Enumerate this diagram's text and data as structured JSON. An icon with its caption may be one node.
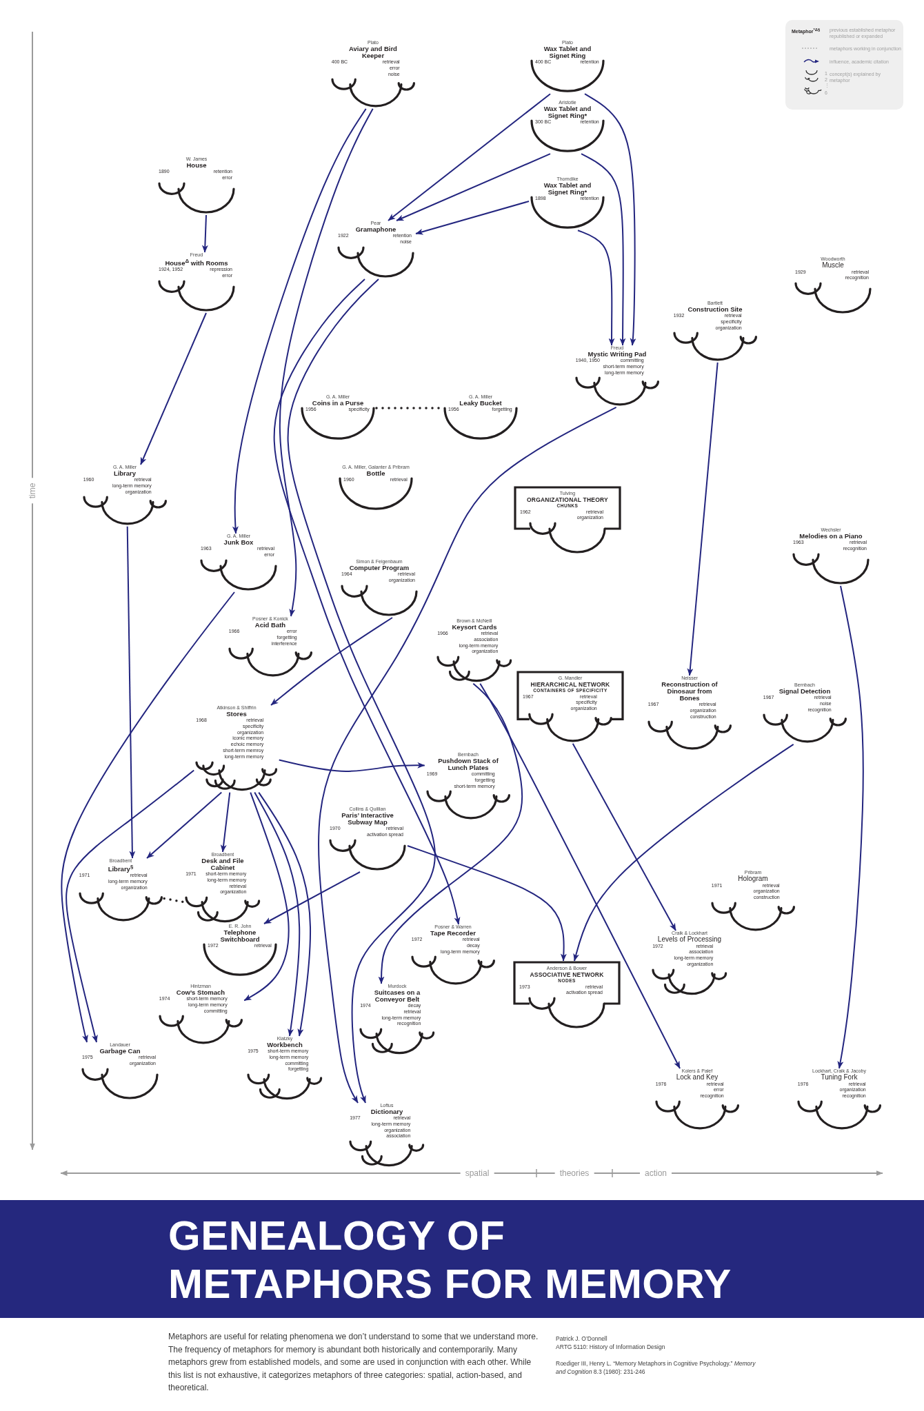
{
  "diagram": {
    "title": "GENEALOGY OF METAPHORS FOR MEMORY",
    "caption": "Metaphors are useful for relating phenomena we don’t understand to some that we understand more. The frequency of metaphors for memory is abundant both historically and contemporarily. Many metaphors grew from established models, and some are used in conjunction with each other. While this list is not exhaustive, it categorizes metaphors of three categories: spatial, action-based, and theoretical.",
    "nodes": [
      {
        "text": [
          "Plato",
          "Aviary and Bird Keeper",
          "400 BC",
          "retrieval",
          "error",
          "noise"
        ]
      },
      {
        "text": [
          "Plato",
          "Wax Tablet and Signet Ring",
          "400 BC",
          "retention"
        ]
      },
      {
        "text": [
          "Aristotle",
          "Wax Tablet and Signet Ring*",
          "300 BC",
          "retention"
        ]
      },
      {
        "text": [
          "Thorndike",
          "Wax Tablet and Signet Ring*",
          "1898",
          "retention"
        ]
      },
      {
        "text": [
          "W. James",
          "House",
          "1890",
          "retention",
          "error"
        ]
      },
      {
        "text": [
          "Pear",
          "Gramaphone",
          "1922",
          "retention",
          "noise"
        ]
      },
      {
        "text": [
          "Freud",
          "House$^{Δ}$ with Rooms",
          "1924, 1952",
          "repression",
          "error"
        ]
      },
      {
        "text": [
          "Woodworth",
          "Muscle",
          "1929",
          "retrieval",
          "recognition"
        ]
      },
      {
        "text": [
          "Bartlett",
          "Construction Site",
          "1932",
          "retrieval",
          "specificity",
          "organization"
        ]
      },
      {
        "text": [
          "Freud",
          "Mystic Writing Pad",
          "1940, 1950",
          "committing",
          "short-term memory",
          "long-term memory"
        ]
      },
      {
        "text": [
          "G. A. Miller",
          "Coins in a Purse",
          "1956",
          "specificity"
        ]
      },
      {
        "text": [
          "G. A. Miller",
          "Leaky Bucket",
          "1956",
          "forgetting"
        ]
      },
      {
        "text": [
          "G. A. Miller",
          "Library",
          "1960",
          "retrieval",
          "long-term memory",
          "organization"
        ]
      },
      {
        "text": [
          "G. A. Miller, Galanter & Pribram",
          "Bottle",
          "1960",
          "retrieval"
        ]
      },
      {
        "text": [
          "Tulving",
          "ORGANIZATIONAL THEORY",
          "CHUNKS",
          "1962",
          "retrieval",
          "organization"
        ]
      },
      {
        "text": [
          "Wechsler",
          "Melodies on a Piano",
          "1963",
          "retrieval",
          "recognition"
        ]
      },
      {
        "text": [
          "G. A. Miller",
          "Junk Box",
          "1963",
          "retrieval",
          "error"
        ]
      },
      {
        "text": [
          "Simon & Feigenbaum",
          "Computer Program",
          "1964",
          "retrieval",
          "organization"
        ]
      },
      {
        "text": [
          "Posner & Konick",
          "Acid Bath",
          "1966",
          "error",
          "forgetting",
          "interference"
        ]
      },
      {
        "text": [
          "Brown & McNeill",
          "Keysort Cards",
          "1966",
          "retrieval",
          "association",
          "long-term memory",
          "organization"
        ]
      },
      {
        "text": [
          "G. Mandler",
          "HIERARCHICAL NETWORK",
          "CONTAINERS OF SPECIFICITY",
          "1967",
          "retrieval",
          "specificity",
          "organization"
        ]
      },
      {
        "text": [
          "Neisser",
          "Reconstruction of Dinosaur from Bones",
          "1967",
          "retrieval",
          "organization",
          "construction"
        ]
      },
      {
        "text": [
          "Bernbach",
          "Signal Detection",
          "1967",
          "retrieval",
          "noise",
          "recognition"
        ]
      },
      {
        "text": [
          "Atkinson & Shiffrin",
          "Stores",
          "1968",
          "retrieval",
          "specificity",
          "organization",
          "iconic memory",
          "echoic memory",
          "short-term memroy",
          "long-term memory"
        ]
      },
      {
        "text": [
          "Bernbach",
          "Pushdown Stack of Lunch Plates",
          "1969",
          "committing",
          "forgetting",
          "short-term memory"
        ]
      },
      {
        "text": [
          "Collins & Quillian",
          "Paris’ Interactive Subway Map",
          "1970",
          "retrieval",
          "activation spread"
        ]
      },
      {
        "text": [
          "Broadbent",
          "Library$^{§}$",
          "1971",
          "retrieval",
          "long-term memory",
          "organization"
        ]
      },
      {
        "text": [
          "Broadbent",
          "Desk and File Cabinet",
          "1971",
          "short-term memory",
          "long-term memory",
          "retrieval",
          "organization"
        ]
      },
      {
        "text": [
          "Pribram",
          "Hologram",
          "1971",
          "retrieval",
          "organization",
          "construction"
        ]
      },
      {
        "text": [
          "E. R. John",
          "Telephone Switchboard",
          "1972",
          "retrieval"
        ]
      },
      {
        "text": [
          "Posner & Warren",
          "Tape Recorder",
          "1972",
          "retrieval",
          "decay",
          "long-term memory"
        ]
      },
      {
        "text": [
          "Craik & Lockhart",
          "Levels of Processing",
          "1972",
          "retrieval",
          "association",
          "long-term memory",
          "organization"
        ]
      },
      {
        "text": [
          "Anderson & Bower",
          "ASSOCIATIVE NETWORK",
          "NODES",
          "1973",
          "retrieval",
          "activation spread"
        ]
      },
      {
        "text": [
          "Hintzman",
          "Cow’s Stomach",
          "1974",
          "short-term memory",
          "long-term memory",
          "committing"
        ]
      },
      {
        "text": [
          "Murdock",
          "Suitcases on a Conveyor Belt",
          "1974",
          "decay",
          "retrieval",
          "long-term memory",
          "recognition"
        ]
      },
      {
        "text": [
          "Klatzky",
          "Workbench",
          "1975",
          "short-term memory",
          "long-term memory",
          "committing",
          "forgetting"
        ]
      },
      {
        "text": [
          "Landauer",
          "Garbage Can",
          "1975",
          "retrieval",
          "organization"
        ]
      },
      {
        "text": [
          "Kolers & Palef",
          "Lock and Key",
          "1976",
          "retrieval",
          "error",
          "recognition"
        ]
      },
      {
        "text": [
          "Lockhart, Craik & Jacoby",
          "Tuning Fork",
          "1976",
          "retrieval",
          "organization",
          "recognition"
        ]
      },
      {
        "text": [
          "Loftus",
          "Dictionary",
          "1977",
          "retrieval",
          "long-term memory",
          "organization",
          "association"
        ]
      }
    ],
    "edges": [
      {
        "from": 1,
        "to": 5,
        "arrow": "to"
      },
      {
        "from": 2,
        "to": 5,
        "arrow": "to"
      },
      {
        "from": 3,
        "to": 5,
        "arrow": "to"
      },
      {
        "from": 1,
        "to": 9,
        "arrow": "to"
      },
      {
        "from": 2,
        "to": 9,
        "arrow": "to"
      },
      {
        "from": 3,
        "to": 9,
        "arrow": "to"
      },
      {
        "from": 4,
        "to": 6,
        "arrow": "to"
      },
      {
        "from": 6,
        "to": 12,
        "arrow": "to"
      },
      {
        "from": 0,
        "to": 16,
        "arrow": "to"
      },
      {
        "from": 0,
        "to": 18,
        "arrow": "to"
      },
      {
        "from": 5,
        "to": 30,
        "arrow": "to"
      },
      {
        "from": 5,
        "to": 39,
        "arrow": "to"
      },
      {
        "from": 8,
        "to": 21,
        "arrow": "to"
      },
      {
        "from": 9,
        "to": 39,
        "arrow": "to"
      },
      {
        "from": 12,
        "to": 26,
        "arrow": "to"
      },
      {
        "from": 15,
        "to": 38,
        "arrow": "to"
      },
      {
        "from": 16,
        "to": 36,
        "arrow": "to"
      },
      {
        "from": 17,
        "to": 23,
        "arrow": "to"
      },
      {
        "from": 19,
        "to": 34,
        "arrow": "to"
      },
      {
        "from": 19,
        "to": 37,
        "arrow": "to"
      },
      {
        "from": 20,
        "to": 31,
        "arrow": "to"
      },
      {
        "from": 22,
        "to": 32,
        "arrow": "to"
      },
      {
        "from": 23,
        "to": 26,
        "arrow": "to"
      },
      {
        "from": 23,
        "to": 27,
        "arrow": "to"
      },
      {
        "from": 23,
        "to": 24,
        "arrow": "to"
      },
      {
        "from": 23,
        "to": 36,
        "arrow": "to"
      },
      {
        "from": 23,
        "to": 33,
        "arrow": "to"
      },
      {
        "from": 23,
        "to": 35,
        "arrow": "to"
      },
      {
        "from": 23,
        "to": 35,
        "arrow": "to"
      },
      {
        "from": 25,
        "to": 29,
        "arrow": "to"
      },
      {
        "from": 25,
        "to": 32,
        "arrow": "to"
      },
      {
        "from": 10,
        "to": 11,
        "arrow": "none",
        "style": "dashed",
        "color": "#231f20"
      },
      {
        "from": 26,
        "to": 27,
        "arrow": "none",
        "style": "dashed",
        "color": "#231f20"
      }
    ],
    "labels": [
      "Metaphor$^{*Δ§}$",
      "1",
      "2",
      "⋮",
      "6",
      "time",
      "spatial",
      "theories",
      "action",
      "Patrick J. O’Donnell",
      "ARTG 5110: History of Information Design",
      "Roediger III, Henry L. “Memory Metaphors in Cognitive Psychology.” *Memory and Cognition* 8.3 (1980): 231-246"
    ],
    "legend": [
      {
        "text": "previous established metaphor republished or expanded"
      },
      {
        "text": "metaphors working in conjunction"
      },
      {
        "text": "influence, academic citation"
      },
      {
        "text": "concept(s) explained by metaphor"
      }
    ]
  }
}
